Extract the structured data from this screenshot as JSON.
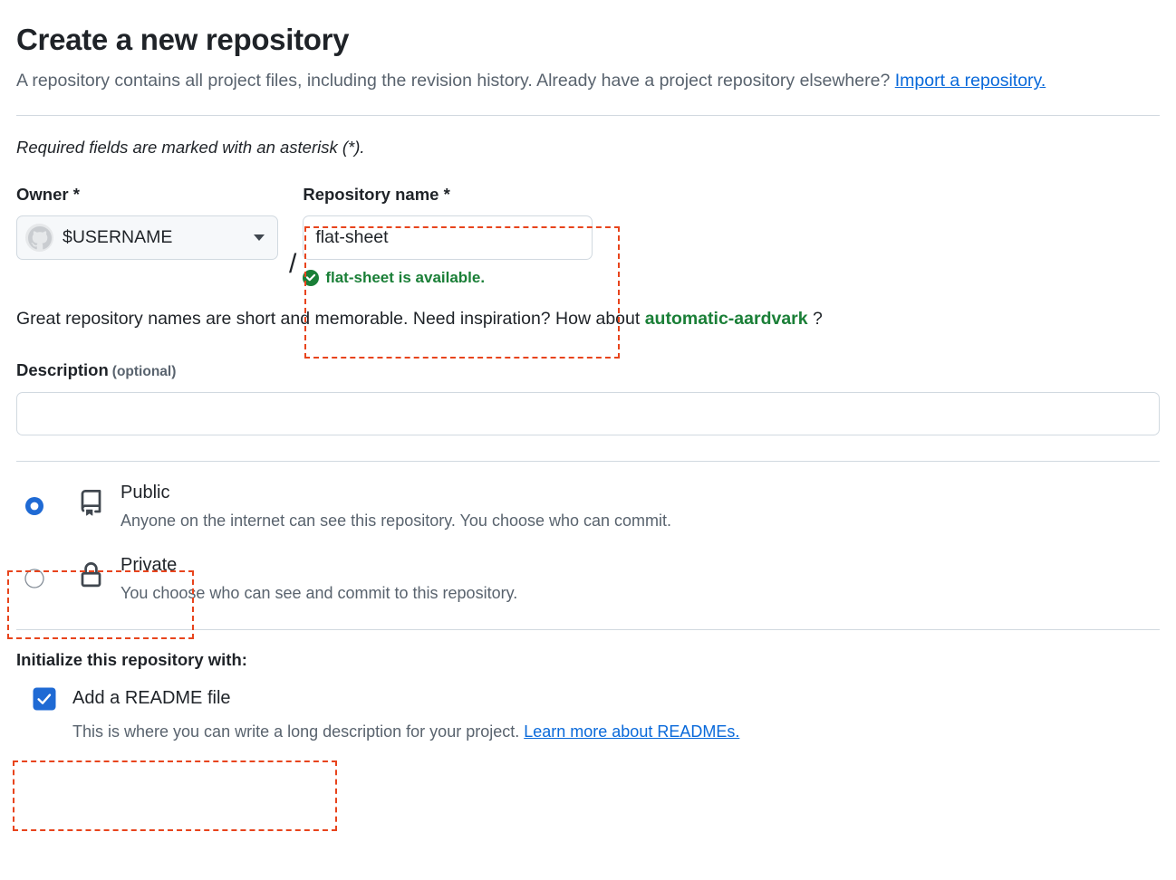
{
  "header": {
    "title": "Create a new repository",
    "subtitle_part1": "A repository contains all project files, including the revision history. Already have a project repository elsewhere? ",
    "import_link": "Import a repository.",
    "required_note": "Required fields are marked with an asterisk (*)."
  },
  "owner": {
    "label": "Owner *",
    "avatar_icon": "github-mark-icon",
    "value": "$USERNAME",
    "chevron_icon": "chevron-down-icon"
  },
  "separator": "/",
  "repository_name": {
    "label": "Repository name *",
    "value": "flat-sheet",
    "placeholder": "",
    "availability_icon": "check-circle-fill-icon",
    "availability_text": "flat-sheet is available."
  },
  "inspiration": {
    "prefix": "Great repository names are short and memorable. Need inspiration? How about ",
    "suggestion": "automatic-aardvark",
    "suffix": " ?"
  },
  "description": {
    "label": "Description",
    "optional": "(optional)",
    "value": "",
    "placeholder": ""
  },
  "visibility": {
    "options": [
      {
        "id": "public",
        "icon": "repo-book-icon",
        "title": "Public",
        "description": "Anyone on the internet can see this repository. You choose who can commit.",
        "selected": true
      },
      {
        "id": "private",
        "icon": "lock-icon",
        "title": "Private",
        "description": "You choose who can see and commit to this repository.",
        "selected": false
      }
    ]
  },
  "initialize": {
    "title": "Initialize this repository with:",
    "readme": {
      "checkbox_icon": "checkbox-checked-icon",
      "label": "Add a README file",
      "checked": true,
      "help_text": "This is where you can write a long description for your project. ",
      "help_link": "Learn more about READMEs."
    }
  },
  "annotations": {
    "color": "#e8441c",
    "boxes": [
      "repository-name-field",
      "public-visibility-option",
      "initialize-readme-option"
    ]
  },
  "colors": {
    "accent_blue": "#0969da",
    "success_green": "#1a7f37",
    "muted_text": "#59636e",
    "border": "#d1d9e0",
    "annotation": "#e8441c"
  }
}
